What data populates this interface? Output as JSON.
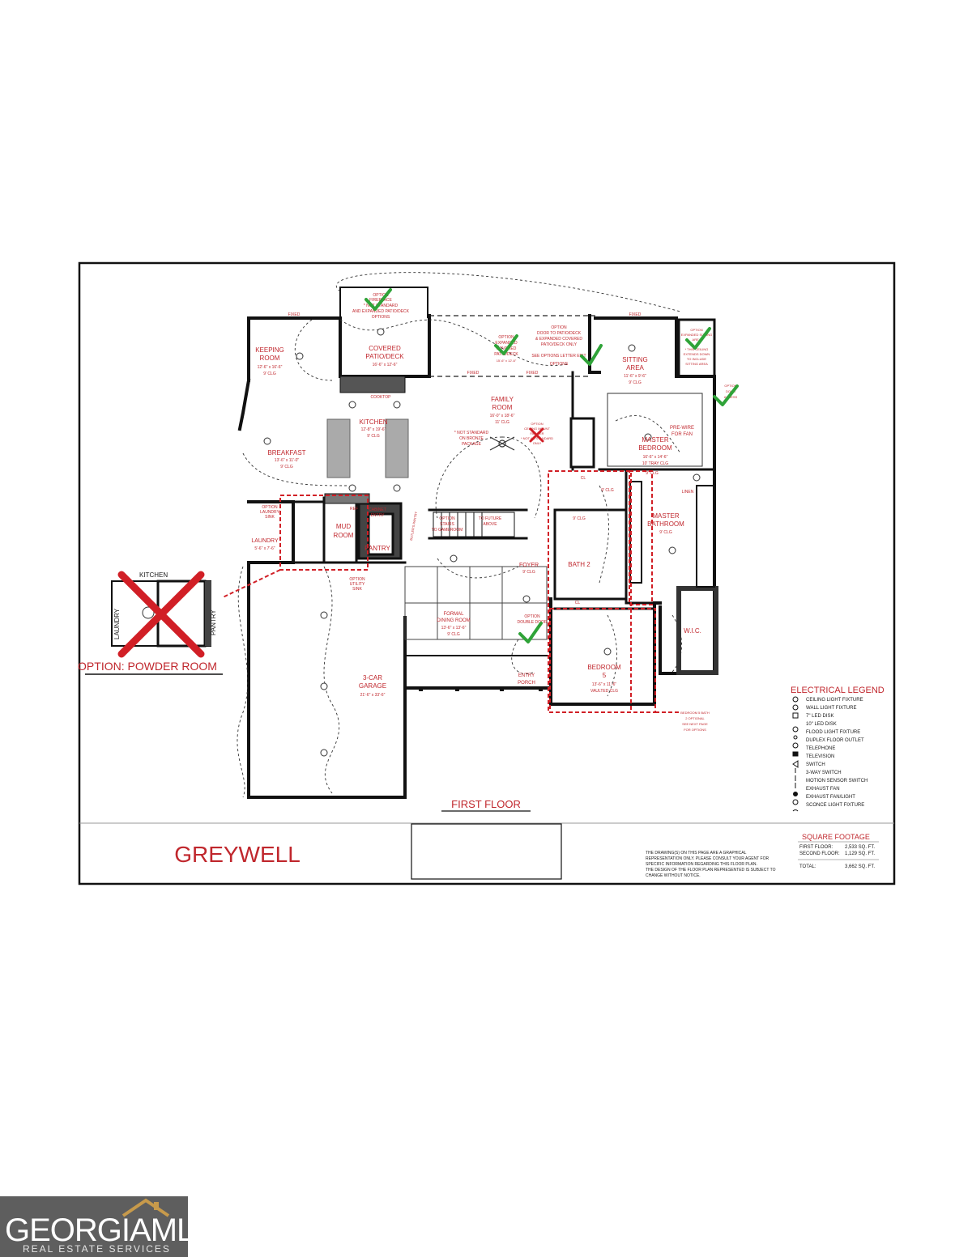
{
  "plan": {
    "title": "GREYWELL",
    "floor_label": "FIRST FLOOR",
    "option_label": "OPTION: POWDER ROOM",
    "rooms": {
      "keeping_room": [
        "KEEPING",
        "ROOM",
        "12'-6\" x 16'-6\"",
        "9' CLG"
      ],
      "covered_patio": [
        "COVERED",
        "PATIO/DECK",
        "16'-6\" x 12'-6\""
      ],
      "family_room": [
        "FAMILY",
        "ROOM",
        "16'-0\" x 18'-6\"",
        "11' CLG"
      ],
      "sitting_area": [
        "SITTING",
        "AREA",
        "11'-6\" x 9'-6\"",
        "9' CLG"
      ],
      "kitchen": [
        "KITCHEN",
        "12'-8\" x 19'-6\"",
        "9' CLG"
      ],
      "breakfast": [
        "BREAKFAST",
        "13'-6\" x 11'-0\"",
        "9' CLG"
      ],
      "master_bedroom": [
        "MASTER",
        "BEDROOM",
        "16'-6\" x 14'-6\"",
        "10' TRAY CLG"
      ],
      "master_bathroom": [
        "MASTER",
        "BATHROOM",
        "9' CLG"
      ],
      "mud_room": [
        "MUD",
        "ROOM"
      ],
      "pantry": "PANTRY",
      "laundry": [
        "LAUNDRY",
        "5'-6\" x 7'-6\""
      ],
      "foyer": [
        "FOYER",
        "9' CLG"
      ],
      "bath2": "BATH 2",
      "wic": "W.I.C.",
      "formal_dining": [
        "FORMAL",
        "DINING ROOM",
        "13'-6\" x 13'-6\"",
        "9' CLG"
      ],
      "bedroom5": [
        "BEDROOM",
        "5",
        "13'-6\" x 11'-6\"",
        "VAULTED CLG"
      ],
      "garage": [
        "3-CAR",
        "GARAGE",
        "21'-6\" x 33'-6\""
      ],
      "entry_porch": [
        "ENTRY",
        "PORCH"
      ],
      "inset_kitchen": "KITCHEN",
      "inset_laundry": "LAUNDRY",
      "inset_pantry": "PANTRY"
    },
    "small_labels": {
      "fixed": "FIXED",
      "cooktop": "COOKTOP",
      "ref": "REF",
      "cl": "CL",
      "linen": "LINEN",
      "option_utility_sink": [
        "OPTION",
        "UTILITY",
        "SINK"
      ],
      "option_laundry_sink": [
        "OPTION",
        "LAUNDRY",
        "SINK"
      ],
      "cabinet_entry": [
        "CABINET",
        "ENTRY"
      ],
      "butlers_pantry": "BUTLER'S PANTRY",
      "to_future": [
        "TO FUTURE",
        "ABOVE"
      ],
      "option_stairs": [
        "OPTION",
        "STAIRS",
        "TO GAMEROOM"
      ],
      "prewire": [
        "PRE-WIRE",
        "FOR FAN"
      ],
      "not_standard": [
        "* NOT STANDARD",
        "ON BRONZE",
        "PACKAGE"
      ],
      "option_fireplace": [
        "OPTION",
        "FIREPLACE",
        "* NOT STANDARD",
        "AND EXPANDED PATIO/DECK",
        "OPTIONS"
      ],
      "option_expanded": [
        "OPTION",
        "EXPANDED",
        "COVERED",
        "PATIO/DECK",
        "15'-6\" x 12'-6\""
      ],
      "option_door": [
        "OPTION",
        "DOOR TO PATIO/DECK",
        "& EXPANDED COVERED",
        "PATIO/DECK ONLY",
        "SEE OPTIONS LETTER EDIT",
        "OPTIONS"
      ],
      "option_sitting": [
        "OPTION",
        "EXPANDED SITTING",
        "AREA",
        "* THIS CEILING",
        "EXTENDS DOWN",
        "TO INCLUDE",
        "SITTING AREA"
      ],
      "option_fan": [
        "OPTION",
        "CEILING MOUNT",
        "FAN PER",
        "* NOT AS STANDARD",
        "ONLY"
      ],
      "option_double": [
        "OPTION",
        "DOUBLE DOOR"
      ],
      "option_door_master": [
        "OPTION",
        "DOOR",
        "ACCESS"
      ],
      "bedroom_note": [
        "BEDROOM 5 BATH",
        "2 OPTIONAL",
        "SEE NEXT PAGE",
        "FOR OPTIONS"
      ],
      "clg_9": "9' CLG"
    },
    "legend": {
      "title": "ELECTRICAL LEGEND",
      "items": [
        "CEILING LIGHT FIXTURE",
        "WALL LIGHT FIXTURE",
        "7\" LED DISK",
        "10\" LED DISK",
        "FLOOD LIGHT FIXTURE",
        "DUPLEX FLOOR OUTLET",
        "TELEPHONE",
        "TELEVISION",
        "SWITCH",
        "3-WAY SWITCH",
        "MOTION SENSOR SWITCH",
        "EXHAUST FAN",
        "EXHAUST FAN/LIGHT",
        "SCONCE LIGHT FIXTURE"
      ]
    },
    "square_footage": {
      "title": "SQUARE FOOTAGE",
      "first_label": "FIRST FLOOR:",
      "first_value": "2,533 SQ. FT.",
      "second_label": "SECOND FLOOR:",
      "second_value": "1,129 SQ. FT.",
      "total_label": "TOTAL:",
      "total_value": "3,662 SQ. FT."
    },
    "disclaimer": [
      "THE DRAWING(S) ON THIS PAGE ARE A GRAPHICAL",
      "REPRESENTATION ONLY. PLEASE CONSULT YOUR AGENT FOR",
      "SPECIFIC INFORMATION REGARDING THIS FLOOR PLAN.",
      "THE DESIGN OF THE FLOOR PLAN REPRESENTED IS SUBJECT TO",
      "CHANGE WITHOUT NOTICE."
    ]
  },
  "watermark": {
    "brand": "GEORGIAMLS",
    "tagline": "REAL ESTATE SERVICES"
  },
  "colors": {
    "annotation_red": "#c0272d",
    "check_green": "#2fa338",
    "logo_gray": "#5e5e5e"
  }
}
